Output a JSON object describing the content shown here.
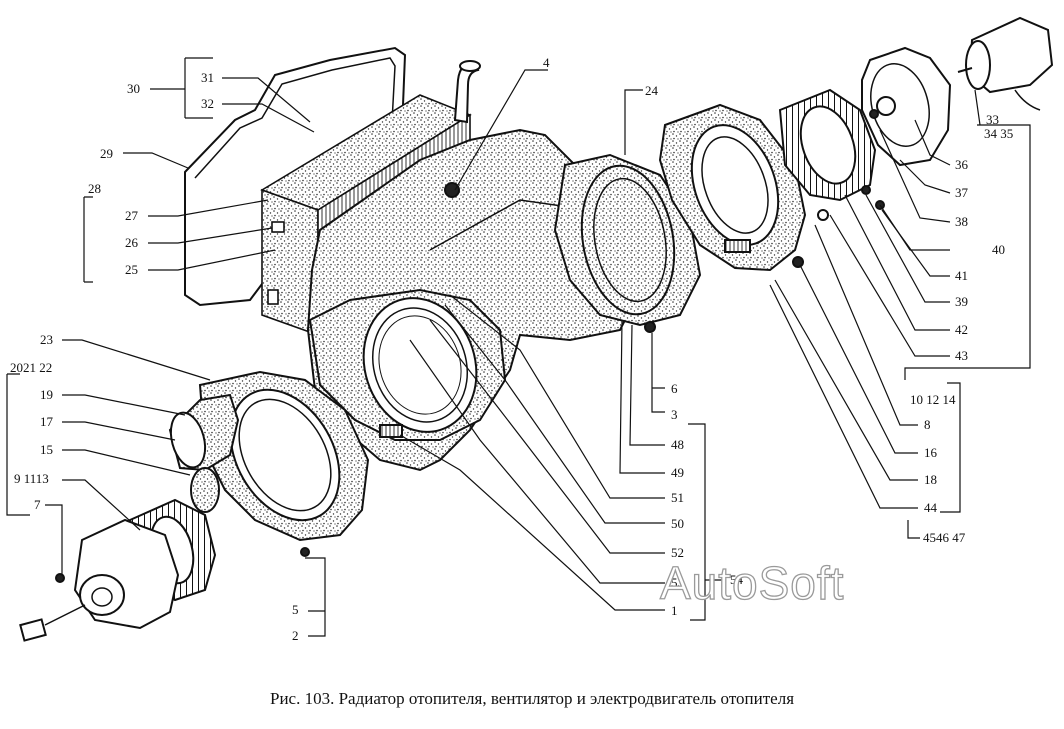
{
  "caption": "Рис. 103. Радиатор отопителя, вентилятор и электродвигатель отопителя",
  "watermark": "AutoSoft",
  "labels": {
    "n1": "1",
    "n2": "2",
    "n3": "3",
    "n4": "4",
    "n5": "5",
    "n6": "6",
    "n7": "7",
    "n8": "8",
    "n9_11_13": "9  1113",
    "n10_12_14": "10 12 14",
    "n15": "15",
    "n16": "16",
    "n17": "17",
    "n18": "18",
    "n19": "19",
    "n20_21_22": "2021 22",
    "n23": "23",
    "n24": "24",
    "n25": "25",
    "n26": "26",
    "n27": "27",
    "n28": "28",
    "n29": "29",
    "n30": "30",
    "n31": "31",
    "n32": "32",
    "n33": "33",
    "n34_35": "34 35",
    "n36": "36",
    "n37": "37",
    "n38": "38",
    "n39": "39",
    "n40": "40",
    "n41": "41",
    "n42": "42",
    "n43": "43",
    "n44": "44",
    "n45_47": "4546 47",
    "n48": "48",
    "n49": "49",
    "n50": "50",
    "n51": "51",
    "n52": "52",
    "n53": "53",
    "n54": "54"
  }
}
